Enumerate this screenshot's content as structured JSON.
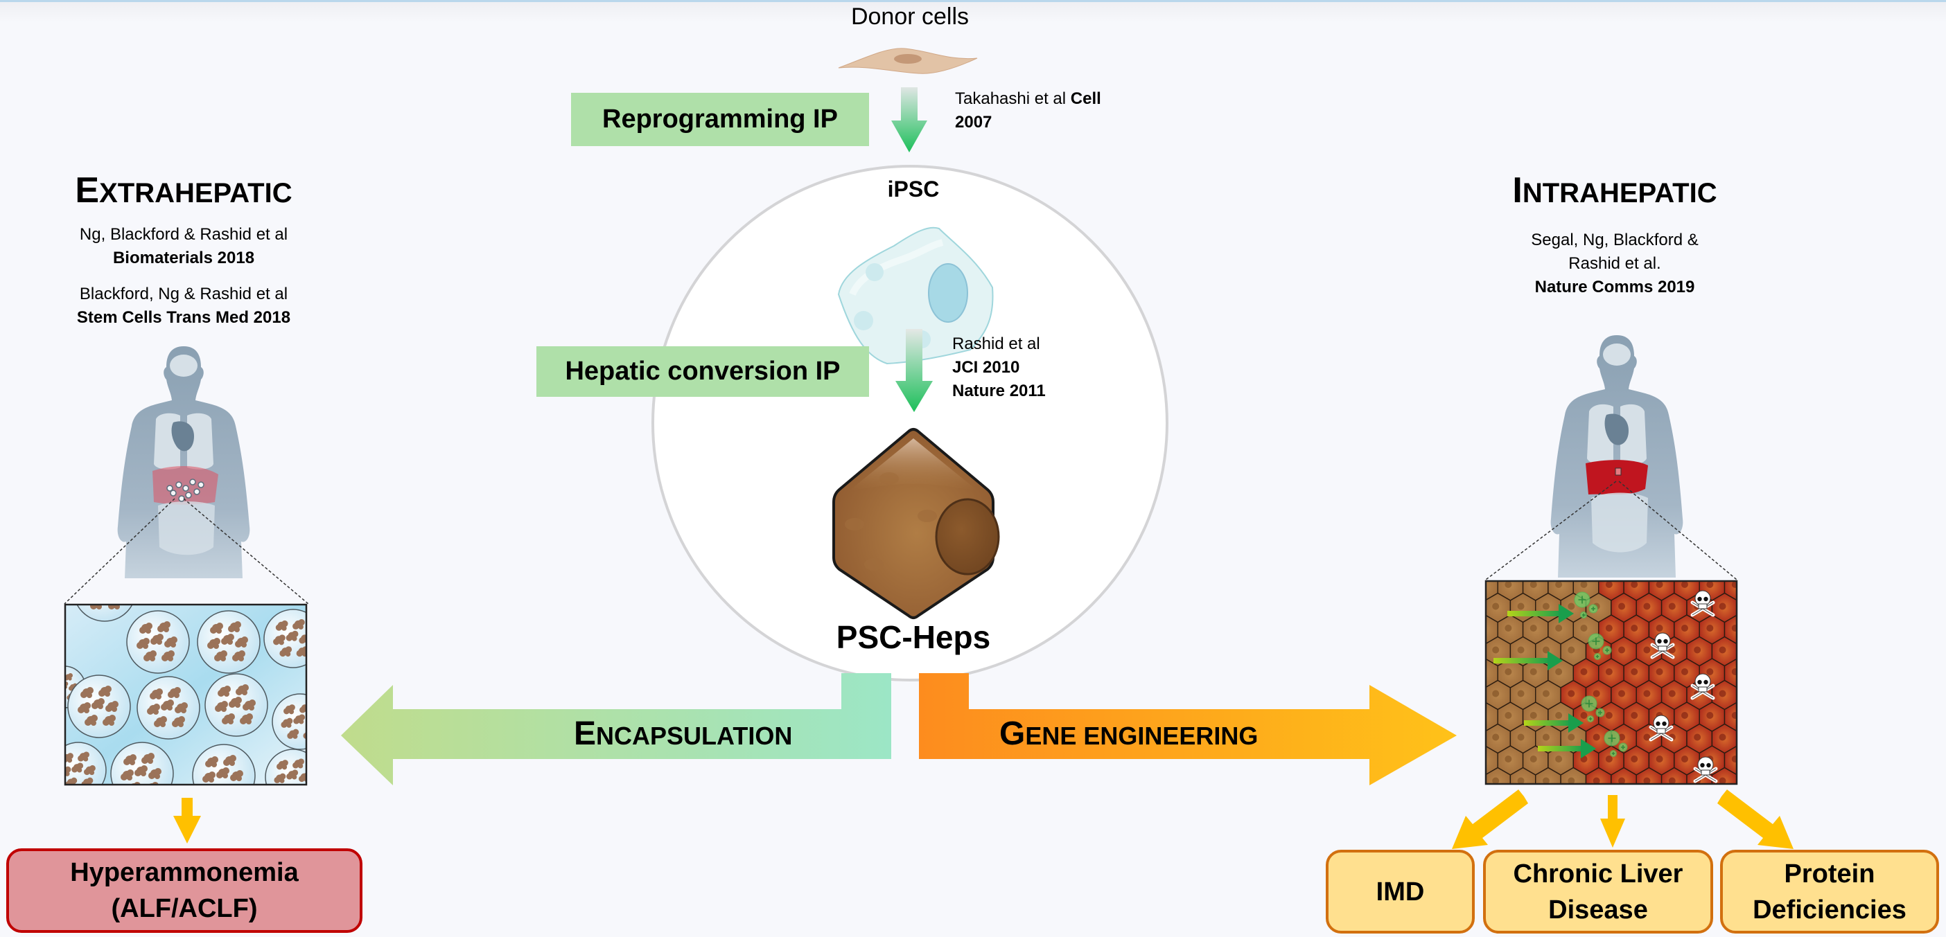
{
  "center": {
    "donor_label": "Donor cells",
    "reprogramming_label": "Reprogramming IP",
    "reprogramming_citation": {
      "authors": "Takahashi et al",
      "journal": "Cell",
      "year": "2007"
    },
    "ipsc_label": "iPSC",
    "hepatic_label": "Hepatic conversion IP",
    "hepatic_citation": {
      "authors": "Rashid et al",
      "line1": "JCI 2010",
      "line2": "Nature 2011"
    },
    "pscheps_label": "PSC-Heps"
  },
  "left": {
    "title_first": "E",
    "title_rest": "XTRAHEPATIC",
    "citation1_authors": "Ng, Blackford & Rashid et al",
    "citation1_journal": "Biomaterials 2018",
    "citation2_authors": "Blackford, Ng & Rashid et al",
    "citation2_journal": "Stem Cells Trans Med 2018",
    "arrow_label_first": "E",
    "arrow_label_rest": "NCAPSULATION",
    "outcome_line1": "Hyperammonemia",
    "outcome_line2": "(ALF/ACLF)"
  },
  "right": {
    "title_first": "I",
    "title_rest": "NTRAHEPATIC",
    "citation_authors_line1": "Segal, Ng, Blackford &",
    "citation_authors_line2": "Rashid et al.",
    "citation_journal": "Nature Comms 2019",
    "arrow_label_first": "G",
    "arrow_label_rest": "ENE ENGINEERING",
    "outcomes": [
      {
        "line1": "IMD",
        "line2": ""
      },
      {
        "line1": "Chronic Liver",
        "line2": "Disease"
      },
      {
        "line1": "Protein",
        "line2": "Deficiencies"
      }
    ]
  },
  "colors": {
    "ip_box": "#afe0a9",
    "encapsulation_start": "#c0dc8c",
    "encapsulation_end": "#9ce6c6",
    "gene_start": "#fd8c1e",
    "gene_end": "#ffc219",
    "yellow_arrow": "#ffc000",
    "hyperammonemia_fill": "#e0959a",
    "hyperammonemia_border": "#c00000",
    "outcome_fill": "#ffe08f",
    "outcome_border": "#d2700f"
  }
}
